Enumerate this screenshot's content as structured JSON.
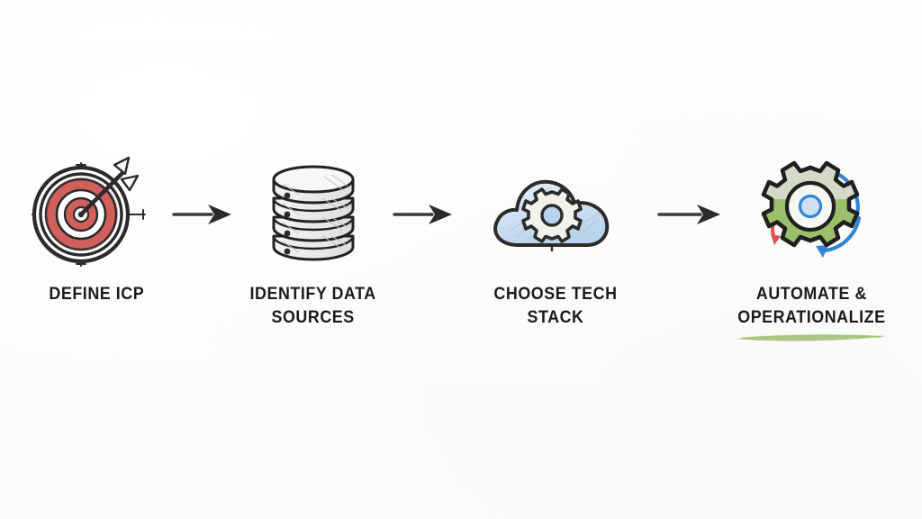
{
  "diagram": {
    "type": "horizontal-process-flow",
    "title": "",
    "background_color": "#fdfdfc",
    "style": "hand-drawn sketch",
    "steps": [
      {
        "index": 1,
        "label": "DEFINE ICP",
        "icon": "target-arrow-icon",
        "icon_colors": {
          "primary": "#d1605c",
          "outline": "#2b2b2b"
        },
        "underline": false
      },
      {
        "index": 2,
        "label": "IDENTIFY DATA\nSOURCES",
        "icon": "database-icon",
        "icon_colors": {
          "primary": "#ededed",
          "outline": "#2b2b2b"
        },
        "underline": false
      },
      {
        "index": 3,
        "label": "CHOOSE TECH STACK",
        "icon": "cloud-gear-icon",
        "icon_colors": {
          "primary": "#cfe0f2",
          "outline": "#2b2b2b"
        },
        "underline": false
      },
      {
        "index": 4,
        "label": "AUTOMATE &\nOPERATIONALIZE",
        "icon": "gear-refresh-icon",
        "icon_colors": {
          "primary": "#9cbf6e",
          "accent": "#2f86d4",
          "accent2": "#d9534f",
          "outline": "#2b2b2b"
        },
        "underline": true,
        "underline_color": "#8fb35e"
      }
    ],
    "connectors": [
      {
        "index": 1,
        "icon": "arrow-right-icon",
        "from": "DEFINE ICP",
        "to": "IDENTIFY DATA SOURCES",
        "color": "#3a3a3a"
      },
      {
        "index": 2,
        "icon": "arrow-right-icon",
        "from": "IDENTIFY DATA SOURCES",
        "to": "CHOOSE TECH STACK",
        "color": "#3a3a3a"
      },
      {
        "index": 3,
        "icon": "arrow-right-icon",
        "from": "CHOOSE TECH STACK",
        "to": "AUTOMATE & OPERATIONALIZE",
        "color": "#3a3a3a"
      }
    ]
  }
}
